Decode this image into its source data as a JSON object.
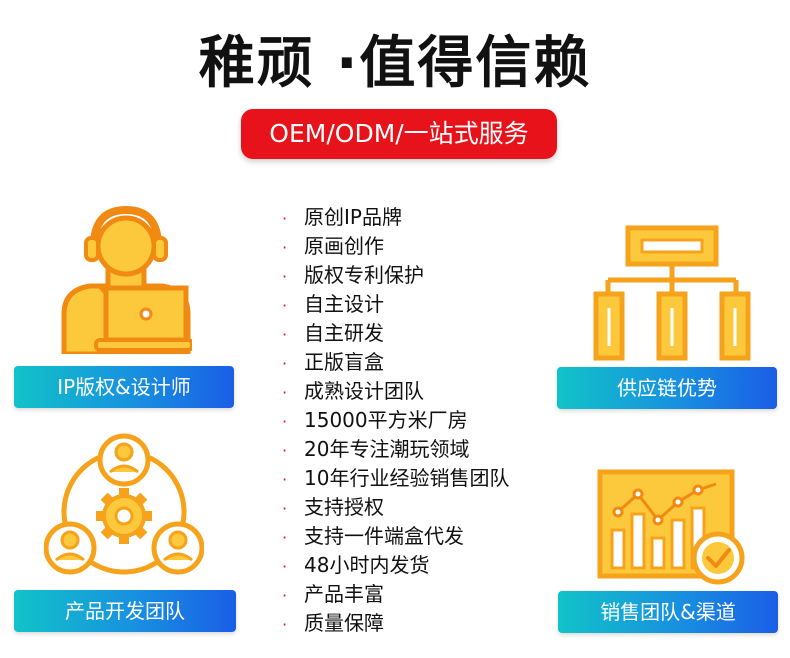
{
  "title": "稚顽 ·值得信赖",
  "service_pill": "OEM/ODM/一站式服务",
  "left_badges": {
    "top": "IP版权&设计师",
    "bottom": "产品开发团队"
  },
  "right_badges": {
    "top": "供应链优势",
    "bottom": "销售团队&渠道"
  },
  "bullet": "·",
  "features": [
    "原创IP品牌",
    "原画创作",
    "版权专利保护",
    "自主设计",
    "自主研发",
    "正版盲盒",
    "成熟设计团队",
    "15000平方米厂房",
    "20年专注潮玩领域",
    "10年行业经验销售团队",
    "支持授权",
    "支持一件端盒代发",
    "48小时内发货",
    "产品丰富",
    "质量保障"
  ],
  "icons": {
    "designer": "designer-laptop-icon",
    "supply": "supply-chain-hierarchy-icon",
    "team": "team-gear-icon",
    "sales": "sales-chart-check-icon"
  },
  "colors": {
    "accent_red": "#e8121a",
    "icon_orange": "#f7a21b",
    "icon_fill": "#fcc93c",
    "badge_teal": "#11c3c8",
    "badge_blue": "#1a5ee6"
  }
}
